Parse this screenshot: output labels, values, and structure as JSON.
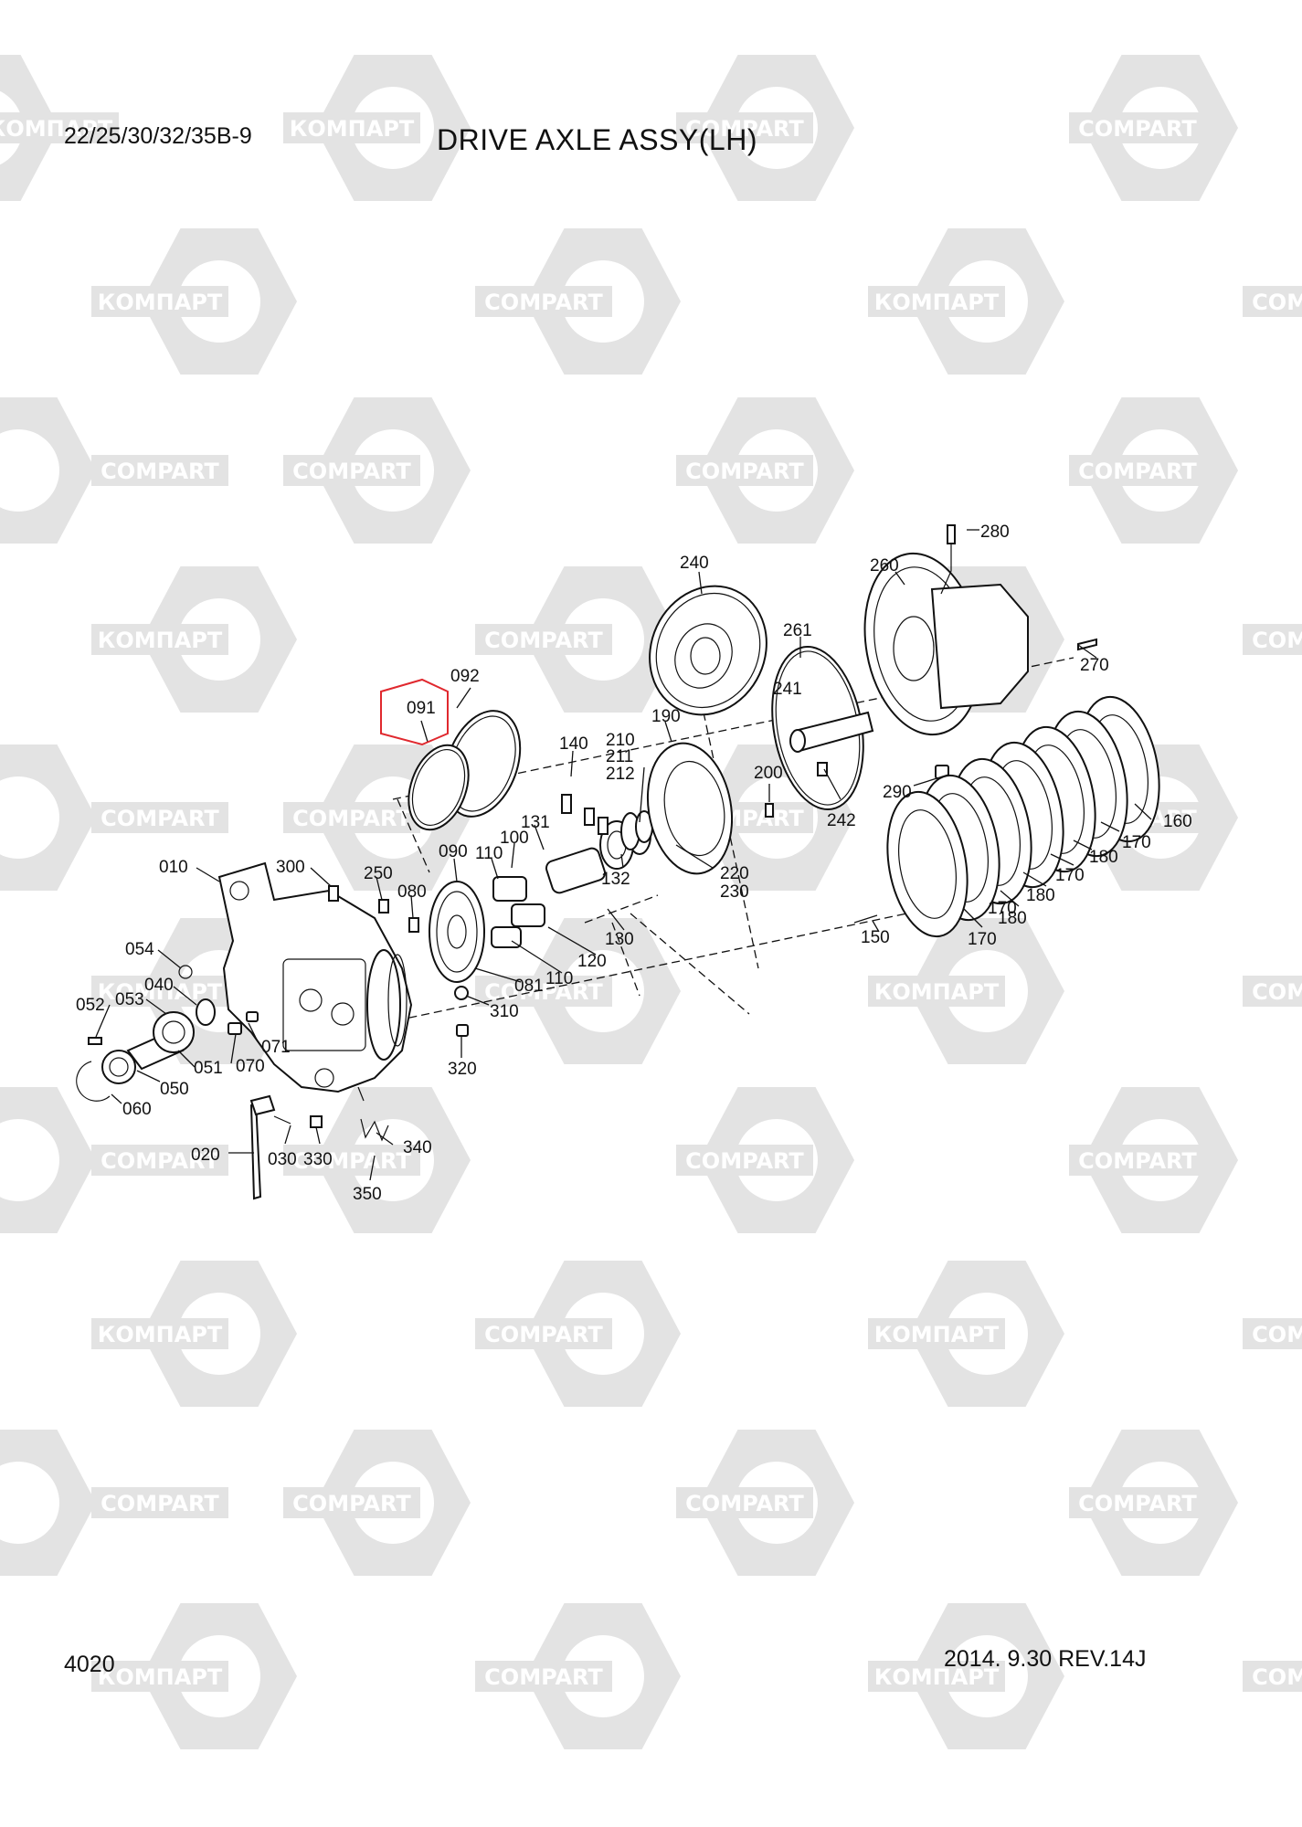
{
  "header": {
    "model": "22/25/30/32/35B-9",
    "title": "DRIVE AXLE ASSY(LH)"
  },
  "footer": {
    "page_number": "4020",
    "revision": "2014. 9.30  REV.14J"
  },
  "watermark": {
    "texts": [
      "КОМПАРТ",
      "COMPART"
    ],
    "color": "#e3e3e3"
  },
  "highlight": {
    "part": "091",
    "color": "#e0282e"
  },
  "part_labels": [
    "280",
    "260",
    "240",
    "261",
    "270",
    "241",
    "092",
    "091",
    "190",
    "140",
    "210",
    "211",
    "212",
    "200",
    "290",
    "242",
    "160",
    "170",
    "180",
    "170",
    "180",
    "170",
    "131",
    "100",
    "110",
    "090",
    "220",
    "230",
    "132",
    "180",
    "170",
    "010",
    "300",
    "250",
    "080",
    "130",
    "120",
    "110",
    "081",
    "150",
    "054",
    "040",
    "053",
    "052",
    "310",
    "071",
    "051",
    "070",
    "050",
    "060",
    "320",
    "340",
    "020",
    "030",
    "330",
    "350"
  ]
}
